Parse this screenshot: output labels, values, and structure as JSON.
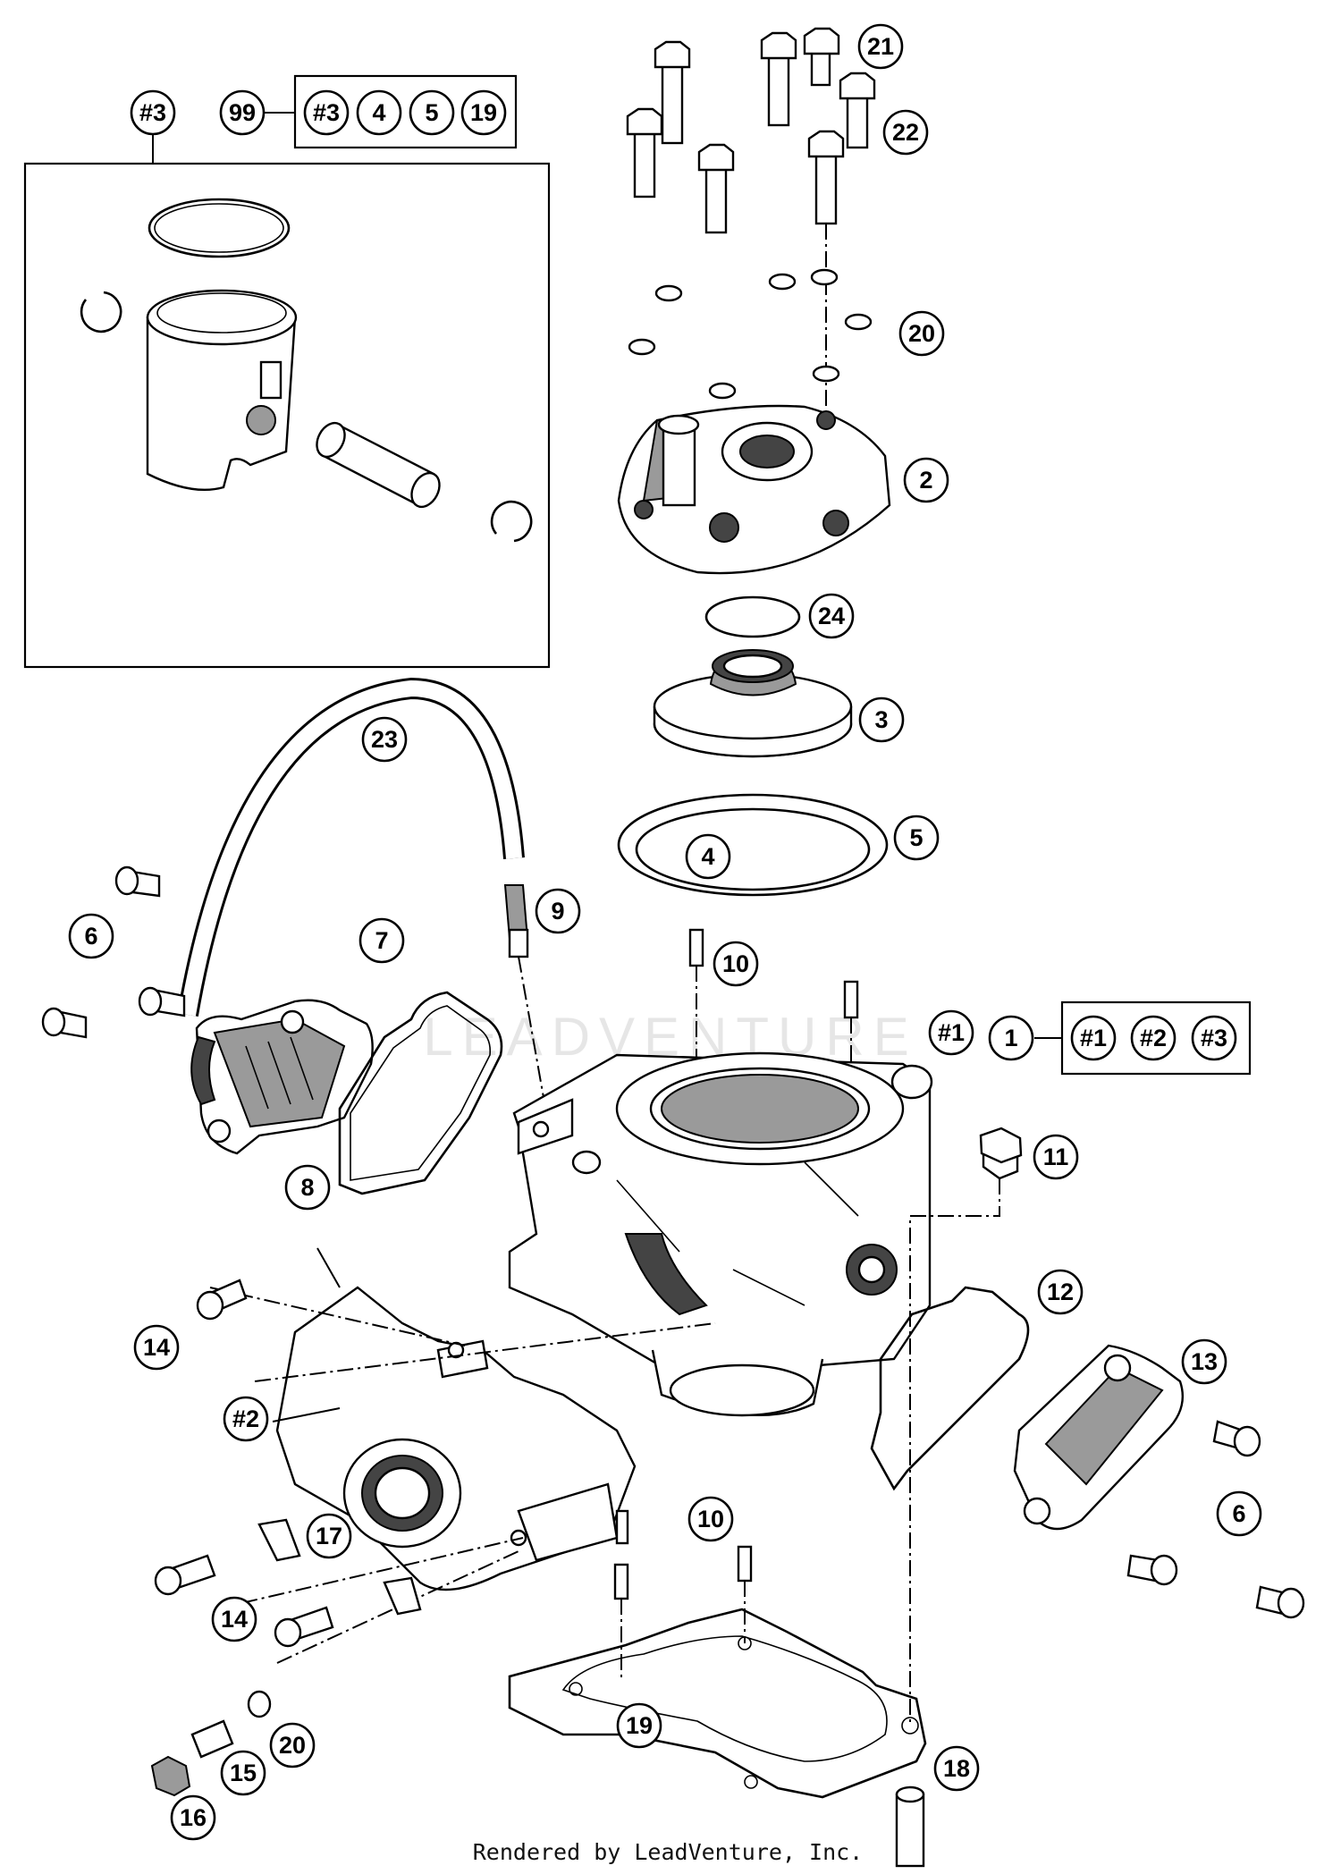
{
  "callouts": {
    "c_3hash": "#3",
    "c_99": "99",
    "k99_3hash": "#3",
    "k99_4": "4",
    "k99_5": "5",
    "k99_19": "19",
    "c_21": "21",
    "c_22": "22",
    "c_20a": "20",
    "c_2": "2",
    "c_24": "24",
    "c_23": "23",
    "c_3": "3",
    "c_5": "5",
    "c_4": "4",
    "c_9": "9",
    "c_6a": "6",
    "c_7": "7",
    "c_10a": "10",
    "c_1hash": "#1",
    "c_1": "1",
    "k1_1hash": "#1",
    "k1_2hash": "#2",
    "k1_3hash": "#3",
    "c_8": "8",
    "c_11": "11",
    "c_12": "12",
    "c_13": "13",
    "c_14a": "14",
    "c_2hash": "#2",
    "c_6b": "6",
    "c_17": "17",
    "c_10b": "10",
    "c_14b": "14",
    "c_20b": "20",
    "c_15": "15",
    "c_19": "19",
    "c_18": "18",
    "c_16": "16"
  },
  "watermark": "LEADVENTURE",
  "footer": "Rendered by LeadVenture, Inc."
}
